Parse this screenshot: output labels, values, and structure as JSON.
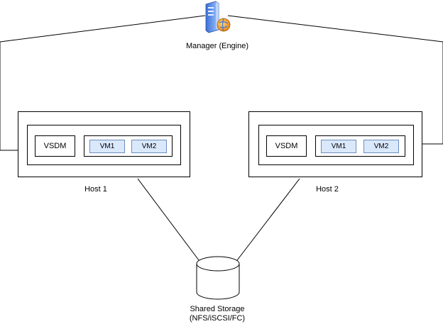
{
  "manager": {
    "label": "Manager (Engine)",
    "icon": "server-globe-icon"
  },
  "hosts": [
    {
      "label": "Host 1",
      "vsdm": "VSDM",
      "vms": [
        "VM1",
        "VM2"
      ]
    },
    {
      "label": "Host 2",
      "vsdm": "VSDM",
      "vms": [
        "VM1",
        "VM2"
      ]
    }
  ],
  "storage": {
    "line1": "Shared Storage",
    "line2": "(NFS/iSCSI/FC)",
    "icon": "cylinder-storage-icon"
  },
  "colors": {
    "vm_fill": "#dae8fc",
    "vm_stroke": "#6c8ebf",
    "line": "#000000"
  }
}
